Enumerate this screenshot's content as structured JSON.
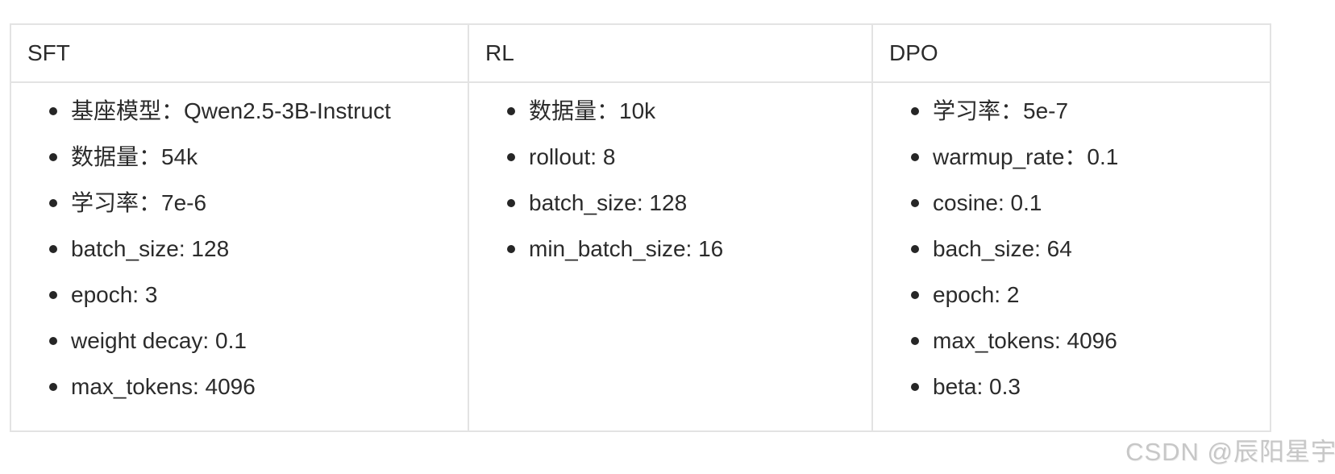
{
  "table": {
    "columns": [
      {
        "header": "SFT",
        "items": [
          "基座模型：Qwen2.5-3B-Instruct",
          "数据量：54k",
          "学习率：7e-6",
          "batch_size: 128",
          "epoch: 3",
          "weight decay: 0.1",
          "max_tokens: 4096"
        ]
      },
      {
        "header": "RL",
        "items": [
          "数据量：10k",
          "rollout: 8",
          "batch_size: 128",
          "min_batch_size: 16"
        ]
      },
      {
        "header": "DPO",
        "items": [
          "学习率：5e-7",
          "warmup_rate：0.1",
          "cosine: 0.1",
          "bach_size: 64",
          "epoch: 2",
          "max_tokens: 4096",
          "beta: 0.3"
        ]
      }
    ]
  },
  "watermark": {
    "text": "CSDN @辰阳星宇"
  },
  "colors": {
    "border": "#e3e3e3",
    "text": "#2b2b2b",
    "watermark": "#c7c7c7",
    "background": "#ffffff"
  }
}
